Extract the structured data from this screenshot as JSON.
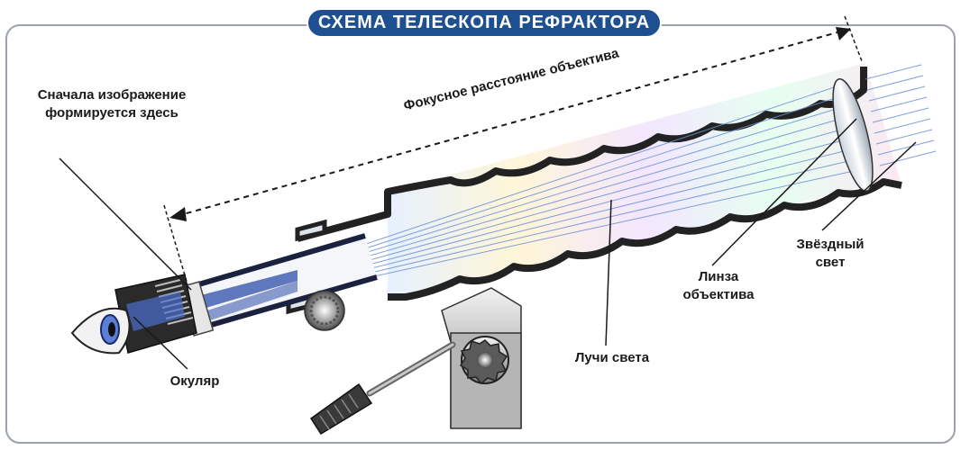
{
  "title": "СХЕМА ТЕЛЕСКОПА РЕФРАКТОРА",
  "labels": {
    "first_image": "Сначала изображение\nформируется здесь",
    "focal_length": "Фокусное расстояние объектива",
    "eyepiece": "Окуляр",
    "light_rays": "Лучи света",
    "objective_lens": "Линза\nобъектива",
    "starlight": "Звёздный\nсвет"
  },
  "colors": {
    "title_bg": "#1d4f91",
    "panel_border": "#9aa3ad",
    "arrow_line": "#1a1a1a",
    "rays": "#6a8fd6",
    "tube_outline": "#222222"
  }
}
